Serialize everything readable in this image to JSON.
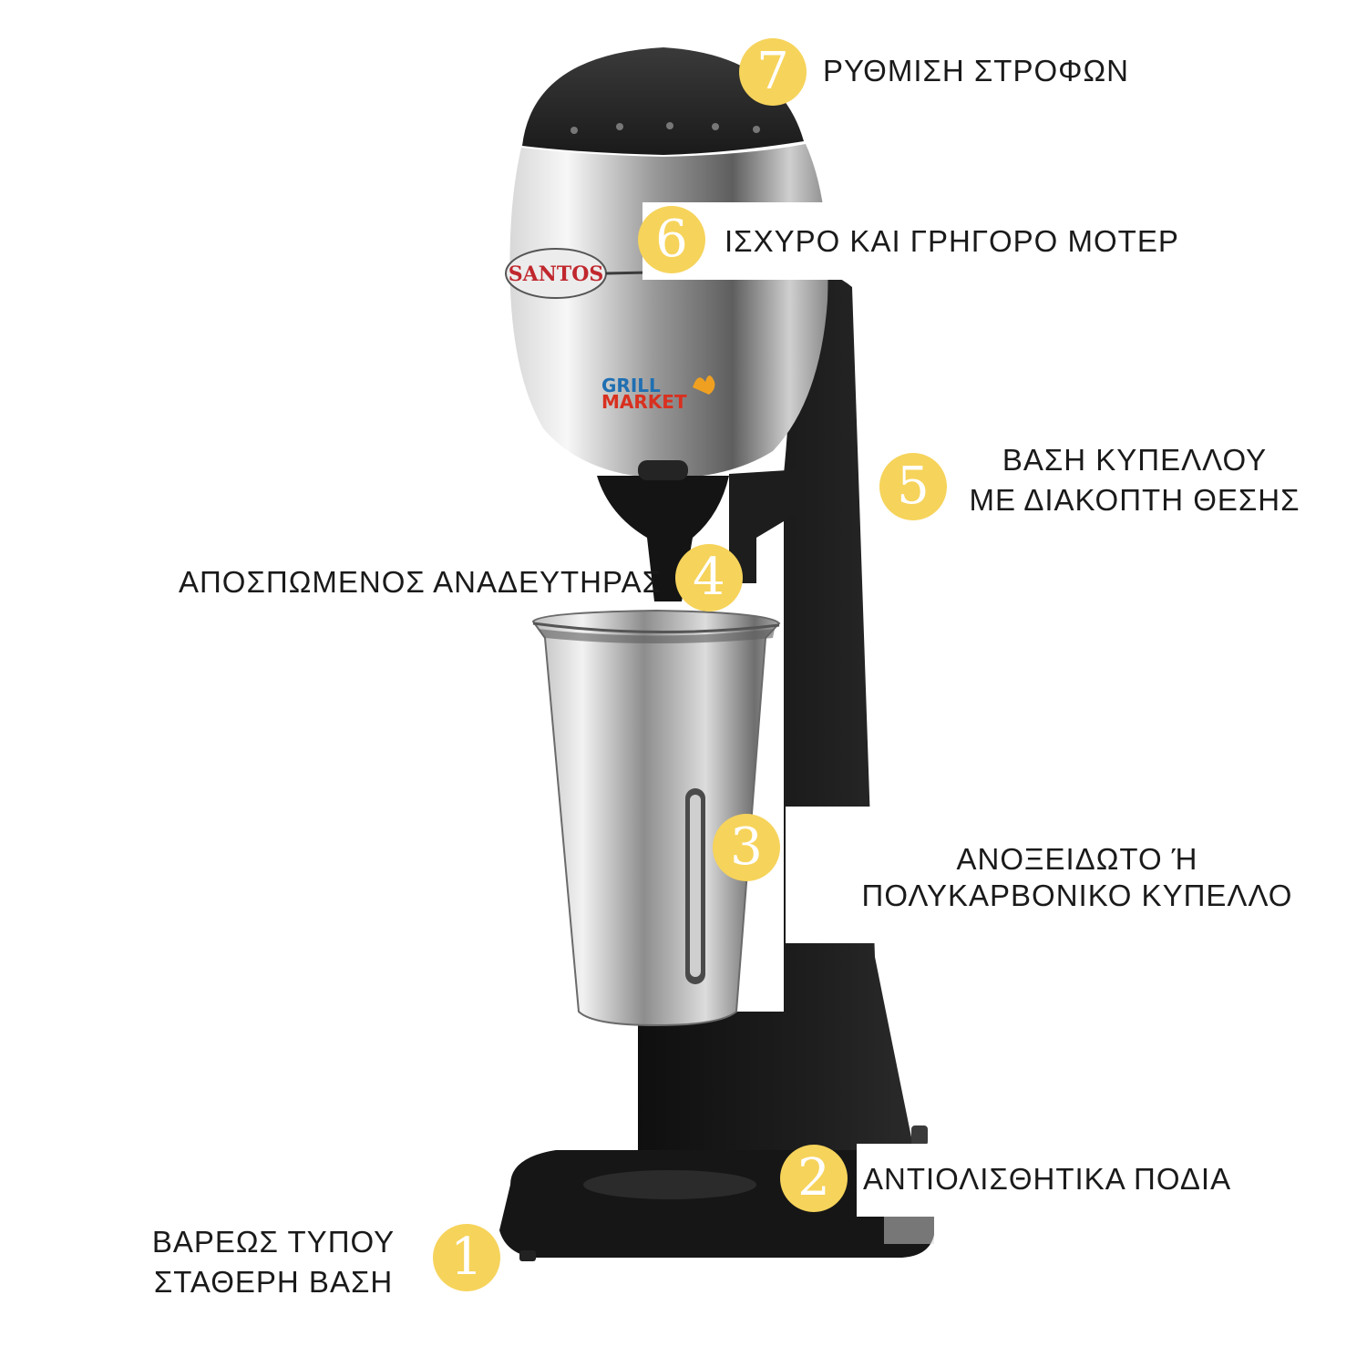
{
  "product": {
    "brand_logo_text": "SANTOS",
    "watermark_line1": "GRILL",
    "watermark_line2": "MARKET"
  },
  "callouts": [
    {
      "number": "7",
      "label_lines": [
        "ΡΥΘΜΙΣΗ ΣΤΡΟΦΩΝ"
      ]
    },
    {
      "number": "6",
      "label_lines": [
        "ΙΣΧΥΡΟ ΚΑΙ ΓΡΗΓΟΡΟ ΜΟΤΕΡ"
      ]
    },
    {
      "number": "5",
      "label_lines": [
        "ΒΑΣΗ ΚΥΠΕΛΛΟΥ",
        "ΜΕ ΔΙΑΚΟΠΤΗ ΘΕΣΗΣ"
      ]
    },
    {
      "number": "4",
      "label_lines": [
        "ΑΠΟΣΠΩΜΕΝΟΣ ΑΝΑΔΕΥΤΗΡΑΣ"
      ]
    },
    {
      "number": "3",
      "label_lines": [
        "ΑΝΟΞΕΙΔΩΤΟ Ή",
        "ΠΟΛΥΚΑΡΒΟΝΙΚΟ ΚΥΠΕΛΛΟ"
      ]
    },
    {
      "number": "2",
      "label_lines": [
        "ΑΝΤΙΟΛΙΣΘΗΤΙΚΑ ΠΟΔΙΑ"
      ]
    },
    {
      "number": "1",
      "label_lines": [
        "ΒΑΡΕΩΣ ΤΥΠΟΥ",
        "ΣΤΑΘΕΡΗ ΒΑΣΗ"
      ]
    }
  ],
  "colors": {
    "badge": "#f6d35a",
    "body_black": "#161616",
    "chrome_light": "#e8e8e8",
    "chrome_dark": "#7a7a7a",
    "logo_red": "#c0272d",
    "watermark_blue": "#1f6fb2",
    "watermark_red": "#d9301f"
  }
}
